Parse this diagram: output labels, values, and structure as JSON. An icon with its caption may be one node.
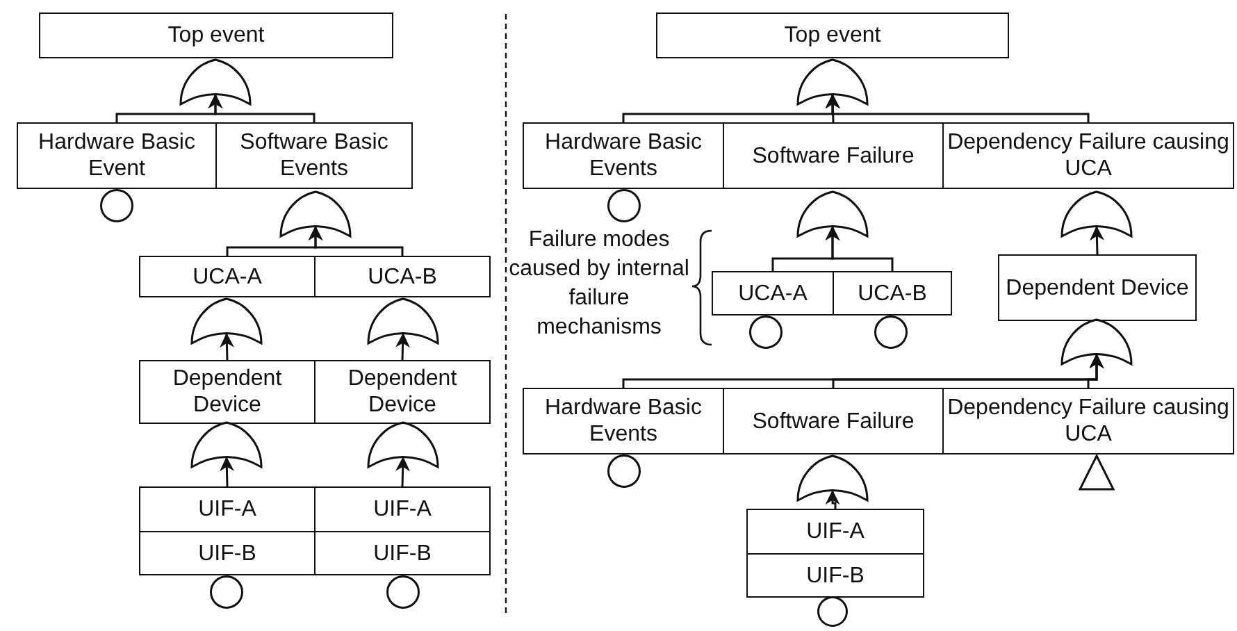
{
  "diagram": {
    "nodes": [
      {
        "text": [
          "Top event"
        ]
      },
      {
        "text": [],
        "shape": "gate"
      },
      {
        "text": [
          "Hardware Basic Event"
        ]
      },
      {
        "text": [
          "Software Basic Events"
        ]
      },
      {
        "text": [],
        "shape": "circle"
      },
      {
        "text": [],
        "shape": "gate"
      },
      {
        "text": [
          "UCA-A"
        ]
      },
      {
        "text": [
          "UCA-B"
        ]
      },
      {
        "text": [],
        "shape": "gate"
      },
      {
        "text": [],
        "shape": "gate"
      },
      {
        "text": [
          "Dependent Device"
        ]
      },
      {
        "text": [
          "Dependent Device"
        ]
      },
      {
        "text": [],
        "shape": "gate"
      },
      {
        "text": [],
        "shape": "gate"
      },
      {
        "text": [
          "UIF-A"
        ]
      },
      {
        "text": [
          "UIF-A"
        ]
      },
      {
        "text": [
          "UIF-B"
        ]
      },
      {
        "text": [
          "UIF-B"
        ]
      },
      {
        "text": [],
        "shape": "circle"
      },
      {
        "text": [],
        "shape": "circle"
      },
      {
        "text": [
          "Top event"
        ]
      },
      {
        "text": [],
        "shape": "gate"
      },
      {
        "text": [
          "Hardware Basic Events"
        ]
      },
      {
        "text": [
          "Software Failure"
        ]
      },
      {
        "text": [
          "Dependency Failure causing UCA"
        ]
      },
      {
        "text": [],
        "shape": "circle"
      },
      {
        "text": [],
        "shape": "gate"
      },
      {
        "text": [],
        "shape": "gate"
      },
      {
        "text": [
          "UCA-A"
        ]
      },
      {
        "text": [
          "UCA-B"
        ]
      },
      {
        "text": [
          "Dependent Device"
        ]
      },
      {
        "text": [],
        "shape": "circle"
      },
      {
        "text": [],
        "shape": "circle"
      },
      {
        "text": [],
        "shape": "gate"
      },
      {
        "text": [
          "Hardware Basic Events"
        ]
      },
      {
        "text": [
          "Software Failure"
        ]
      },
      {
        "text": [
          "Dependency Failure causing UCA"
        ]
      },
      {
        "text": [],
        "shape": "circle"
      },
      {
        "text": [],
        "shape": "gate"
      },
      {
        "text": [],
        "shape": "triangle"
      },
      {
        "text": [
          "UIF-A"
        ]
      },
      {
        "text": [
          "UIF-B"
        ]
      },
      {
        "text": [],
        "shape": "circle"
      }
    ],
    "edges": [
      {
        "from": 2,
        "to": 1,
        "arrow": "to"
      },
      {
        "from": 3,
        "to": 1,
        "arrow": "to"
      },
      {
        "from": 6,
        "to": 5,
        "arrow": "to"
      },
      {
        "from": 7,
        "to": 5,
        "arrow": "to"
      },
      {
        "from": 10,
        "to": 8,
        "arrow": "to"
      },
      {
        "from": 11,
        "to": 9,
        "arrow": "to"
      },
      {
        "from": 14,
        "to": 12,
        "arrow": "to"
      },
      {
        "from": 15,
        "to": 13,
        "arrow": "to"
      },
      {
        "from": 22,
        "to": 21,
        "arrow": "to"
      },
      {
        "from": 23,
        "to": 21,
        "arrow": "to"
      },
      {
        "from": 24,
        "to": 21,
        "arrow": "to"
      },
      {
        "from": 28,
        "to": 26,
        "arrow": "to"
      },
      {
        "from": 29,
        "to": 26,
        "arrow": "to"
      },
      {
        "from": 30,
        "to": 27,
        "arrow": "to"
      },
      {
        "from": 34,
        "to": 33,
        "arrow": "to"
      },
      {
        "from": 35,
        "to": 33,
        "arrow": "to"
      },
      {
        "from": 36,
        "to": 33,
        "arrow": "to"
      },
      {
        "from": 40,
        "to": 38,
        "arrow": "to"
      }
    ],
    "labels": [
      "Failure modes caused by internal failure mechanisms"
    ]
  }
}
